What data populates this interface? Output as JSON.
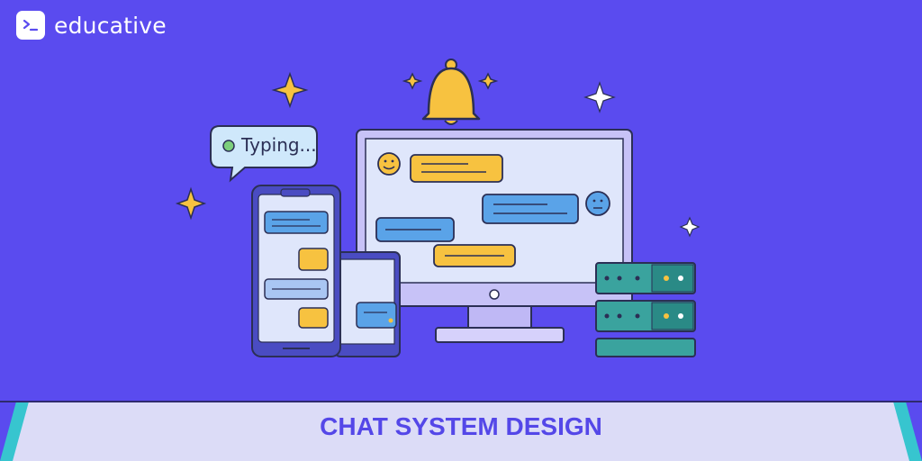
{
  "brand": {
    "name": "educative",
    "icon": "terminal-prompt-icon"
  },
  "illustration": {
    "typing_text": "Typing..."
  },
  "banner": {
    "title": "CHAT SYSTEM DESIGN"
  },
  "colors": {
    "background": "#5a4bef",
    "banner": "#dcdcf7",
    "banner_edge": "#37c5cf",
    "title": "#5447e8",
    "accent_yellow": "#f7c240",
    "bubble_blue": "#5aa3e8",
    "server_teal": "#3aa39e"
  }
}
